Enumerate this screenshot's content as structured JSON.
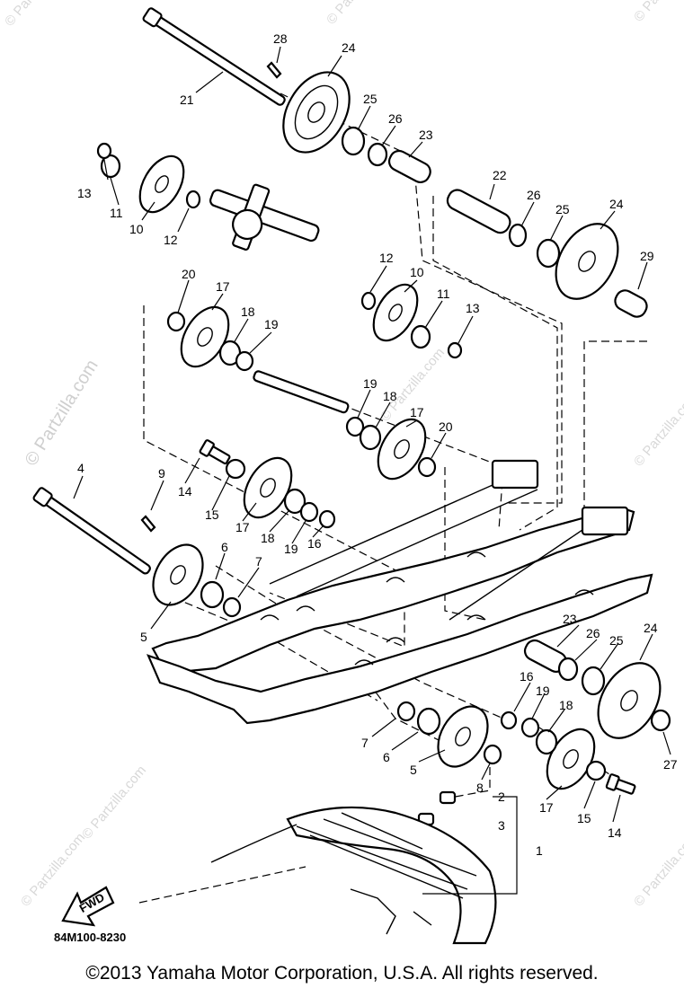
{
  "watermark": {
    "diagonal": "© Partzilla.com",
    "small": "© Partzilla.com"
  },
  "callouts": {
    "c1": "1",
    "c2": "2",
    "c3": "3",
    "c4": "4",
    "c5a": "5",
    "c5b": "5",
    "c6a": "6",
    "c6b": "6",
    "c7a": "7",
    "c7b": "7",
    "c8": "8",
    "c9": "9",
    "c10a": "10",
    "c10b": "10",
    "c11a": "11",
    "c11b": "11",
    "c12a": "12",
    "c12b": "12",
    "c13a": "13",
    "c13b": "13",
    "c14a": "14",
    "c14b": "14",
    "c15a": "15",
    "c15b": "15",
    "c16a": "16",
    "c16b": "16",
    "c17a": "17",
    "c17b": "17",
    "c17c": "17",
    "c17d": "17",
    "c18a": "18",
    "c18b": "18",
    "c18c": "18",
    "c18d": "18",
    "c19a": "19",
    "c19b": "19",
    "c19c": "19",
    "c19d": "19",
    "c20a": "20",
    "c20b": "20",
    "c21": "21",
    "c22": "22",
    "c23a": "23",
    "c23b": "23",
    "c24a": "24",
    "c24b": "24",
    "c24c": "24",
    "c25a": "25",
    "c25b": "25",
    "c25c": "25",
    "c26a": "26",
    "c26b": "26",
    "c26c": "26",
    "c27": "27",
    "c28": "28",
    "c29": "29"
  },
  "fwd_label": "FWD",
  "diagram_code": "84M100-8230",
  "copyright": "©2013 Yamaha Motor Corporation, U.S.A. All rights reserved."
}
